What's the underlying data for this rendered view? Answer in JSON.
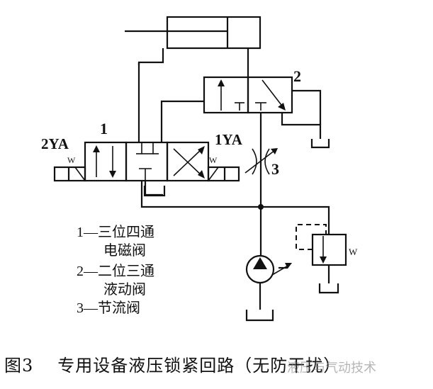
{
  "labels": {
    "valve1": "1",
    "valve2": "2",
    "valve3": "3",
    "solenoid_left": "2YA",
    "solenoid_right": "1YA",
    "spring_left": "W",
    "spring_right": "W",
    "spring_relief": "W"
  },
  "legend": {
    "line1": "1—三位四通",
    "line1b": "电磁阀",
    "line2": "2—二位三通",
    "line2b": "液动阀",
    "line3": "3—节流阀"
  },
  "caption": {
    "figure_number": "图3",
    "title": "专用设备液压锁紧回路（无防干扰）"
  },
  "watermark": "液压与气动技术"
}
